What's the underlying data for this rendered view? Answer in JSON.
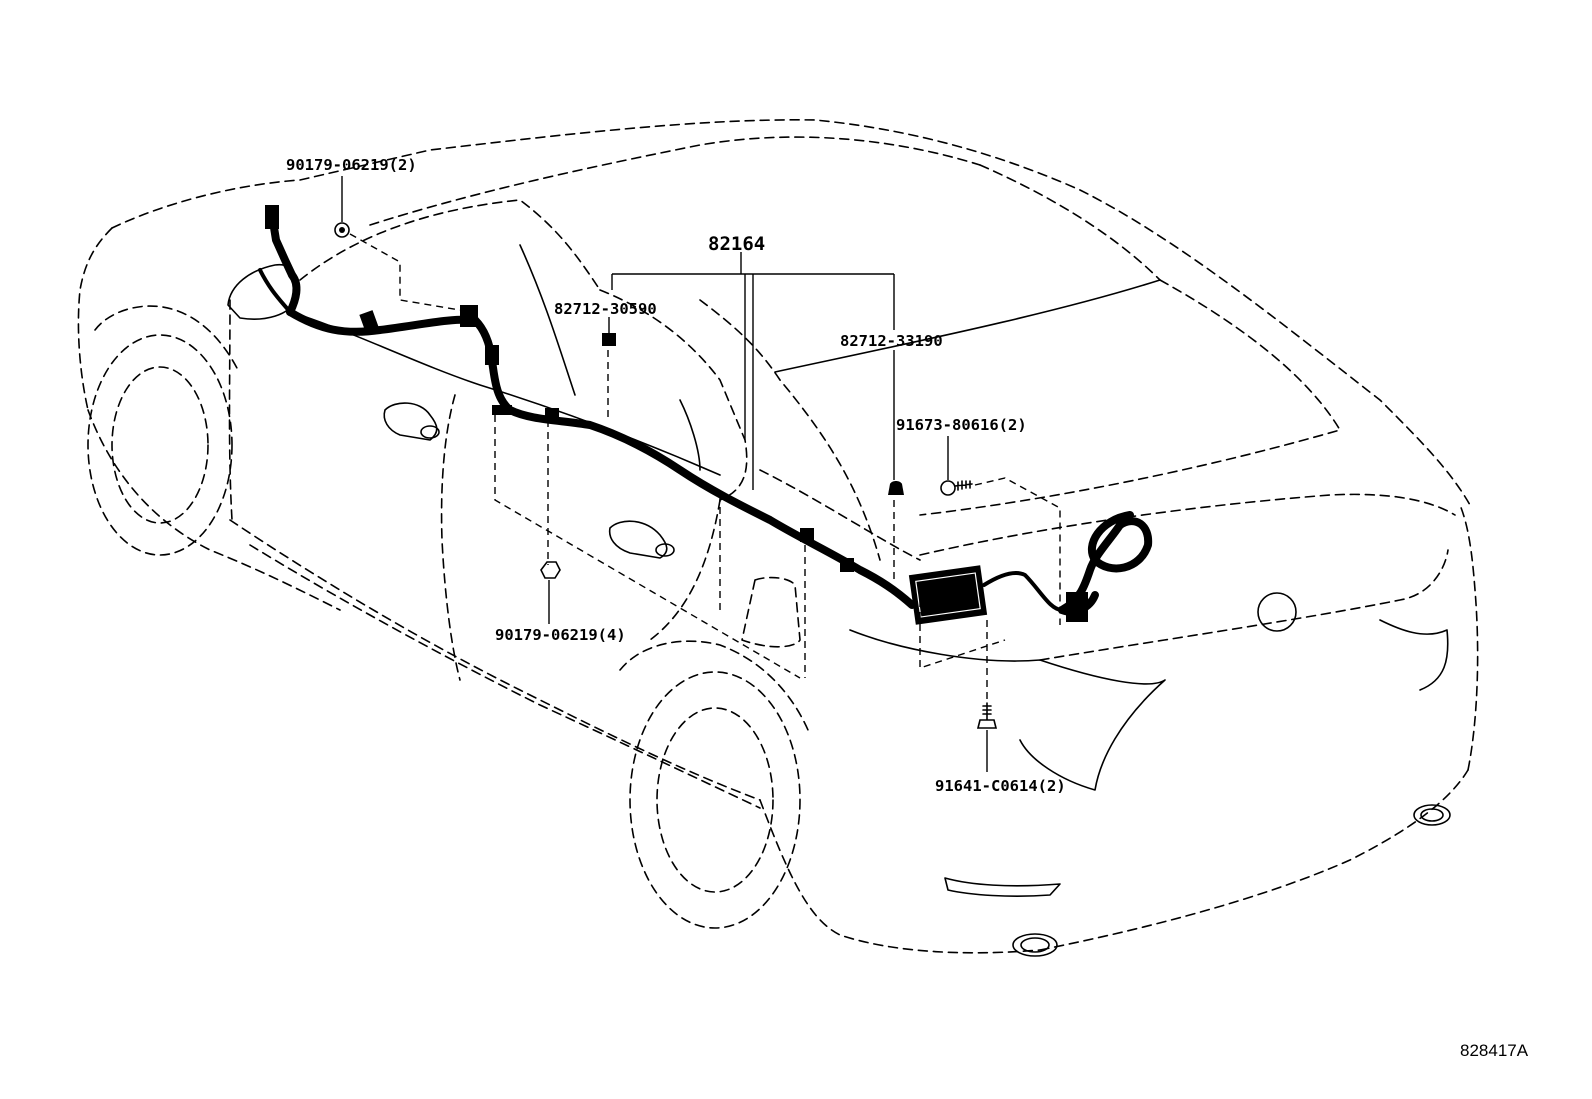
{
  "callouts": {
    "main_harness": "82164",
    "clamp_1": "82712-30590",
    "clamp_2": "82712-33190",
    "nut_front": "90179-06219(2)",
    "nut_door": "90179-06219(4)",
    "bolt_upper": "91673-80616(2)",
    "bolt_lower": "91641-C0614(2)"
  },
  "illustration_number": "828417A"
}
